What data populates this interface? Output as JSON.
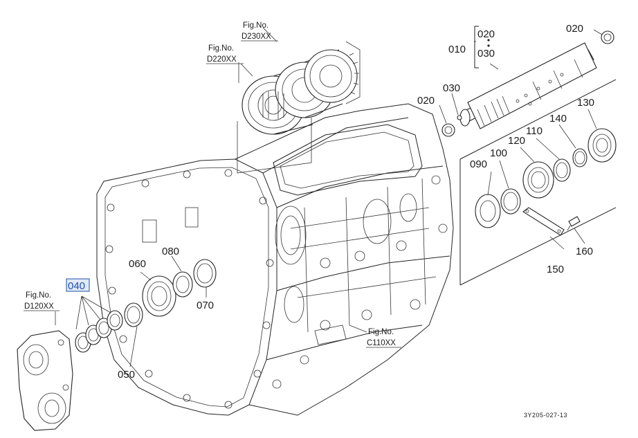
{
  "diagram": {
    "part_labels": {
      "p010": "010",
      "p020_top": "020",
      "p030_top": "030",
      "p020_right": "020",
      "p020_left": "020",
      "p030_mid": "030",
      "p040": "040",
      "p050": "050",
      "p060": "060",
      "p070": "070",
      "p080": "080",
      "p090": "090",
      "p100": "100",
      "p110": "110",
      "p120": "120",
      "p130": "130",
      "p140": "140",
      "p150": "150",
      "p160": "160"
    },
    "figure_refs": {
      "d230": {
        "title": "Fig.No.",
        "code": "D230XX"
      },
      "d220": {
        "title": "Fig.No.",
        "code": "D220XX"
      },
      "d120": {
        "title": "Fig.No.",
        "code": "D120XX"
      },
      "c110": {
        "title": "Fig.No.",
        "code": "C110XX"
      }
    },
    "drawing_code": "3Y205-027-13",
    "highlighted_part": "040",
    "highlight_color": "#1f4fa8"
  }
}
